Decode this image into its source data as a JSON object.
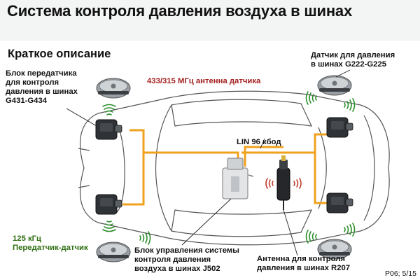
{
  "title": "Система контроля давления воздуха в шинах",
  "subtitle": "Краткое описание",
  "labels": {
    "transmitter_unit": [
      "Блок передатчика",
      "для контроля",
      "давления в шинах",
      "G431-G434"
    ],
    "pressure_sensor": [
      "Датчик для давления",
      "в шинах G222-G225"
    ],
    "sensor_antenna": "433/315 МГц антенна датчика",
    "lin_bus": "LIN 96 кбод",
    "transmitter_freq": [
      "125 кГц",
      "Передатчик-датчик"
    ],
    "control_unit": [
      "Блок управления системы",
      "контроля давления",
      "воздуха в шинах J502"
    ],
    "antenna_unit": [
      "Антенна для контроля",
      "давления в шинах R207"
    ],
    "page_number": "P06; 5/15"
  },
  "colors": {
    "wiring": "#f0a21e",
    "sensor_antenna_label": "#a31f1f",
    "transmitter_label": "#2f6e12",
    "signal_waves": "#2c8f2c",
    "antenna_waves": "#c03a2b",
    "car_outline": "#555555"
  },
  "icons": [
    "tire-pressure-sensor-icon",
    "transmitter-unit-icon",
    "control-unit-j502-icon",
    "antenna-r207-icon",
    "signal-wave-icon"
  ]
}
